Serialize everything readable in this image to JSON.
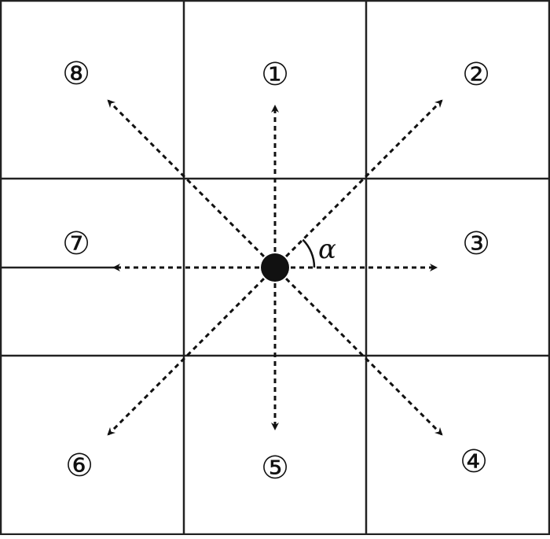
{
  "grid": {
    "rows": 3,
    "cols": 3,
    "line_color": "#222222"
  },
  "directions": [
    {
      "id": 1,
      "label": "①",
      "angle_deg": 90
    },
    {
      "id": 2,
      "label": "②",
      "angle_deg": 45
    },
    {
      "id": 3,
      "label": "③",
      "angle_deg": 0
    },
    {
      "id": 4,
      "label": "④",
      "angle_deg": -45
    },
    {
      "id": 5,
      "label": "⑤",
      "angle_deg": -90
    },
    {
      "id": 6,
      "label": "⑥",
      "angle_deg": -135
    },
    {
      "id": 7,
      "label": "⑦",
      "angle_deg": 180
    },
    {
      "id": 8,
      "label": "⑧",
      "angle_deg": 135
    }
  ],
  "angle_label": "α",
  "colors": {
    "ink": "#111111",
    "background": "#ffffff"
  },
  "icons": {
    "center": "center-dot-icon",
    "arrow": "dashed-arrow-icon"
  }
}
